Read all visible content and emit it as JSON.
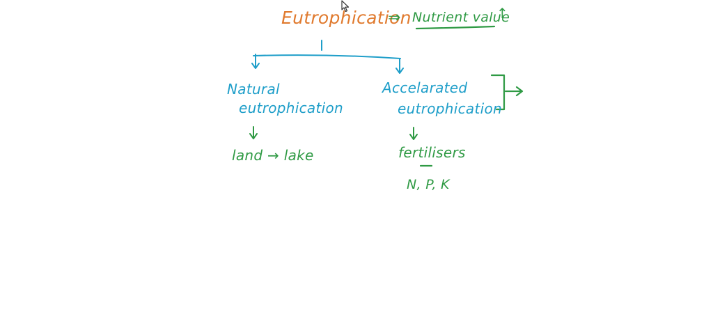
{
  "title": "Eutrophication",
  "implies_symbol": "⇒",
  "definition": "Nutrient value",
  "definition_up": "↑",
  "branch_left": {
    "line1": "Natural",
    "line2": "eutrophication",
    "result": "land → lake"
  },
  "branch_right": {
    "line1": "Accelarated",
    "line2": "eutrophication",
    "result": "fertilisers",
    "elements": "N, P, K"
  },
  "colors": {
    "title": "#e07a2e",
    "green": "#2f9a44",
    "blue": "#1e9ec9"
  }
}
